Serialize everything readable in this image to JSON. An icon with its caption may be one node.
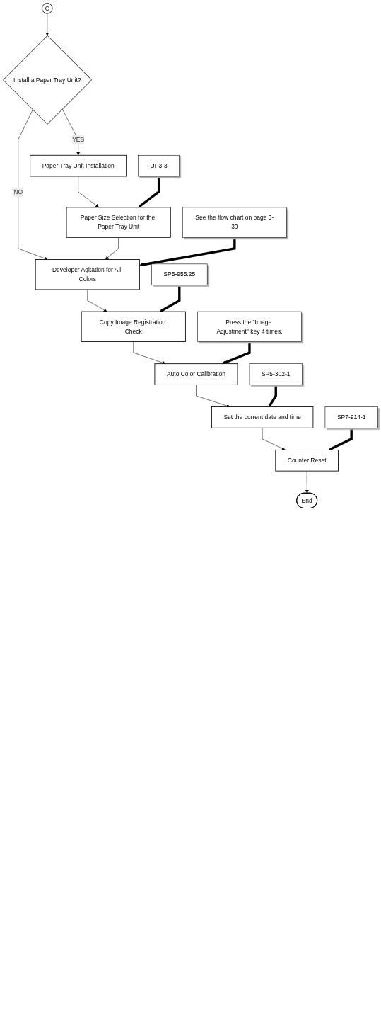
{
  "diagram": {
    "nodes": [
      {
        "text": [
          "C"
        ]
      },
      {
        "text": [
          "Install a Paper Tray Unit?"
        ]
      },
      {
        "text": [
          "Paper Tray Unit Installation"
        ]
      },
      {
        "text": [
          "Paper Size Selection for the Paper Tray Unit"
        ]
      },
      {
        "text": [
          "UP3-3"
        ]
      },
      {
        "text": [
          "Developer Agitation for All Colors"
        ]
      },
      {
        "text": [
          "See the flow chart on page 3-30"
        ]
      },
      {
        "text": [
          "Copy Image Registration Check"
        ]
      },
      {
        "text": [
          "SP5-955:25"
        ]
      },
      {
        "text": [
          "Auto Color Calibration"
        ]
      },
      {
        "text": [
          "Press the \"Image Adjustment\" key 4 times."
        ]
      },
      {
        "text": [
          "Set the current date and time"
        ]
      },
      {
        "text": [
          "SP5-302-1"
        ]
      },
      {
        "text": [
          "Counter Reset"
        ]
      },
      {
        "text": [
          "SP7-914-1"
        ]
      },
      {
        "text": [
          "End"
        ]
      }
    ],
    "edges": [
      {
        "from": 0,
        "to": 1,
        "arrow": "to"
      },
      {
        "from": 1,
        "to": 2,
        "arrow": "to",
        "label": "YES"
      },
      {
        "from": 1,
        "to": 5,
        "arrow": "to",
        "label": "NO"
      },
      {
        "from": 2,
        "to": 3,
        "arrow": "to"
      },
      {
        "from": 4,
        "to": 3,
        "arrow": "to",
        "style": "thick"
      },
      {
        "from": 3,
        "to": 5,
        "arrow": "to"
      },
      {
        "from": 6,
        "to": 5,
        "arrow": "to",
        "style": "thick"
      },
      {
        "from": 5,
        "to": 7,
        "arrow": "to"
      },
      {
        "from": 8,
        "to": 7,
        "arrow": "to",
        "style": "thick"
      },
      {
        "from": 7,
        "to": 9,
        "arrow": "to"
      },
      {
        "from": 10,
        "to": 9,
        "arrow": "to",
        "style": "thick"
      },
      {
        "from": 9,
        "to": 11,
        "arrow": "to"
      },
      {
        "from": 12,
        "to": 11,
        "arrow": "to",
        "style": "thick"
      },
      {
        "from": 11,
        "to": 13,
        "arrow": "to"
      },
      {
        "from": 14,
        "to": 13,
        "arrow": "to",
        "style": "thick"
      },
      {
        "from": 13,
        "to": 15,
        "arrow": "to"
      }
    ]
  }
}
